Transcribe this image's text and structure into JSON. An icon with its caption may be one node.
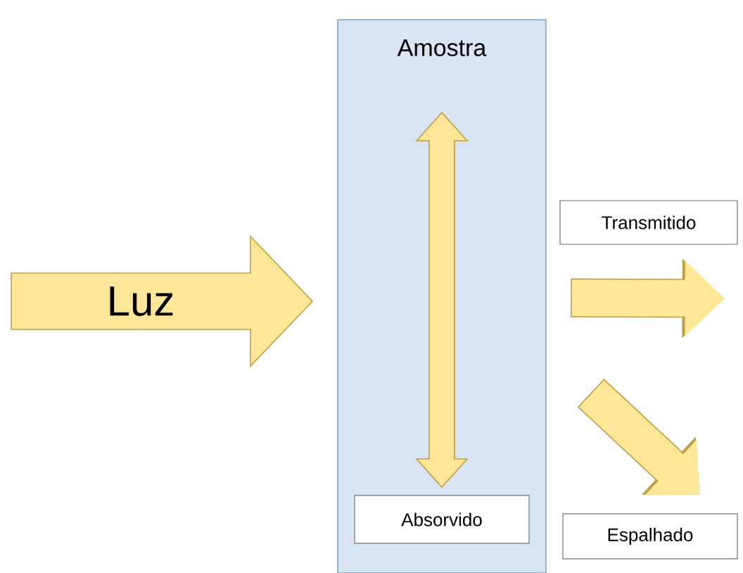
{
  "diagram": {
    "nodes": [
      {
        "text": [
          "Luz"
        ]
      },
      {
        "text": [
          "Amostra"
        ]
      },
      {
        "text": [],
        "shape": "arrow",
        "in": 1
      },
      {
        "text": [
          "Absorvido"
        ],
        "in": 1
      },
      {
        "text": [
          "Transmitido"
        ]
      },
      {
        "text": [
          "Espalhado"
        ]
      }
    ],
    "edges": [
      {
        "from": 1,
        "to": null,
        "arrow": "to"
      },
      {
        "from": 1,
        "to": null,
        "arrow": "to"
      }
    ]
  }
}
